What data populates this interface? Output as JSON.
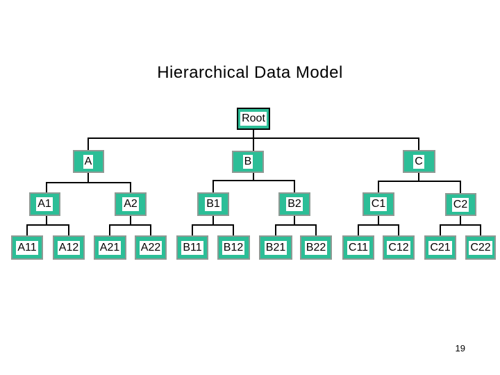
{
  "slide": {
    "title": "Hierarchical Data Model",
    "page_number": "19"
  },
  "diagram": {
    "type": "tree",
    "root": {
      "label": "Root",
      "children": [
        {
          "label": "A",
          "children": [
            {
              "label": "A1",
              "children": [
                {
                  "label": "A11"
                },
                {
                  "label": "A12"
                }
              ]
            },
            {
              "label": "A2",
              "children": [
                {
                  "label": "A21"
                },
                {
                  "label": "A22"
                }
              ]
            }
          ]
        },
        {
          "label": "B",
          "children": [
            {
              "label": "B1",
              "children": [
                {
                  "label": "B11"
                },
                {
                  "label": "B12"
                }
              ]
            },
            {
              "label": "B2",
              "children": [
                {
                  "label": "B21"
                },
                {
                  "label": "B22"
                }
              ]
            }
          ]
        },
        {
          "label": "C",
          "children": [
            {
              "label": "C1",
              "children": [
                {
                  "label": "C11"
                },
                {
                  "label": "C12"
                }
              ]
            },
            {
              "label": "C2",
              "children": [
                {
                  "label": "C21"
                },
                {
                  "label": "C22"
                }
              ]
            }
          ]
        }
      ]
    }
  },
  "colors": {
    "slide_background": "#FFFFFF",
    "node_fill": "#2CBE97",
    "node_border": "#8E9A94",
    "root_node_border": "#000000",
    "connector_line": "#000000",
    "label_background": "#FFFFFF",
    "text": "#000000"
  }
}
